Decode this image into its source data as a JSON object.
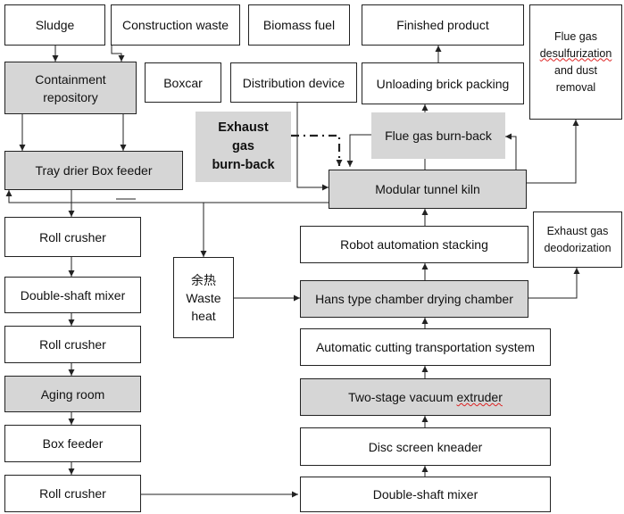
{
  "colors": {
    "box_fill": "#ffffff",
    "box_fill_grey": "#d6d6d6",
    "line": "#222222"
  },
  "boxes": {
    "sludge": "Sludge",
    "construction_waste": "Construction waste",
    "biomass_fuel": "Biomass fuel",
    "finished_product": "Finished product",
    "flue_gas_desulfurization": [
      "Flue gas",
      "desulfurization",
      "and dust",
      "removal"
    ],
    "containment_repository": [
      "Containment",
      "repository"
    ],
    "boxcar": "Boxcar",
    "distribution_device": "Distribution device",
    "unloading_brick_packing": "Unloading brick packing",
    "exhaust_gas_burn_back": [
      "Exhaust",
      "gas",
      "burn-back"
    ],
    "flue_gas_burn_back": "Flue gas burn-back",
    "tray_drier_box_feeder": "Tray drier Box feeder",
    "modular_tunnel_kiln": "Modular tunnel kiln",
    "roll_crusher_1": "Roll crusher",
    "exhaust_gas_deodorization": [
      "Exhaust gas",
      "deodorization"
    ],
    "robot_automation_stacking": "Robot automation stacking",
    "waste_heat": [
      "余热",
      "Waste",
      "heat"
    ],
    "double_shaft_mixer_1": "Double-shaft mixer",
    "hans_chamber": "Hans type chamber drying chamber",
    "roll_crusher_2": "Roll crusher",
    "automatic_cutting": "Automatic cutting transportation system",
    "aging_room": "Aging room",
    "two_stage_extruder": [
      "Two-stage vacuum ",
      "extruder"
    ],
    "box_feeder": "Box feeder",
    "disc_screen_kneader": "Disc screen kneader",
    "roll_crusher_3": "Roll crusher",
    "double_shaft_mixer_2": "Double-shaft mixer"
  }
}
